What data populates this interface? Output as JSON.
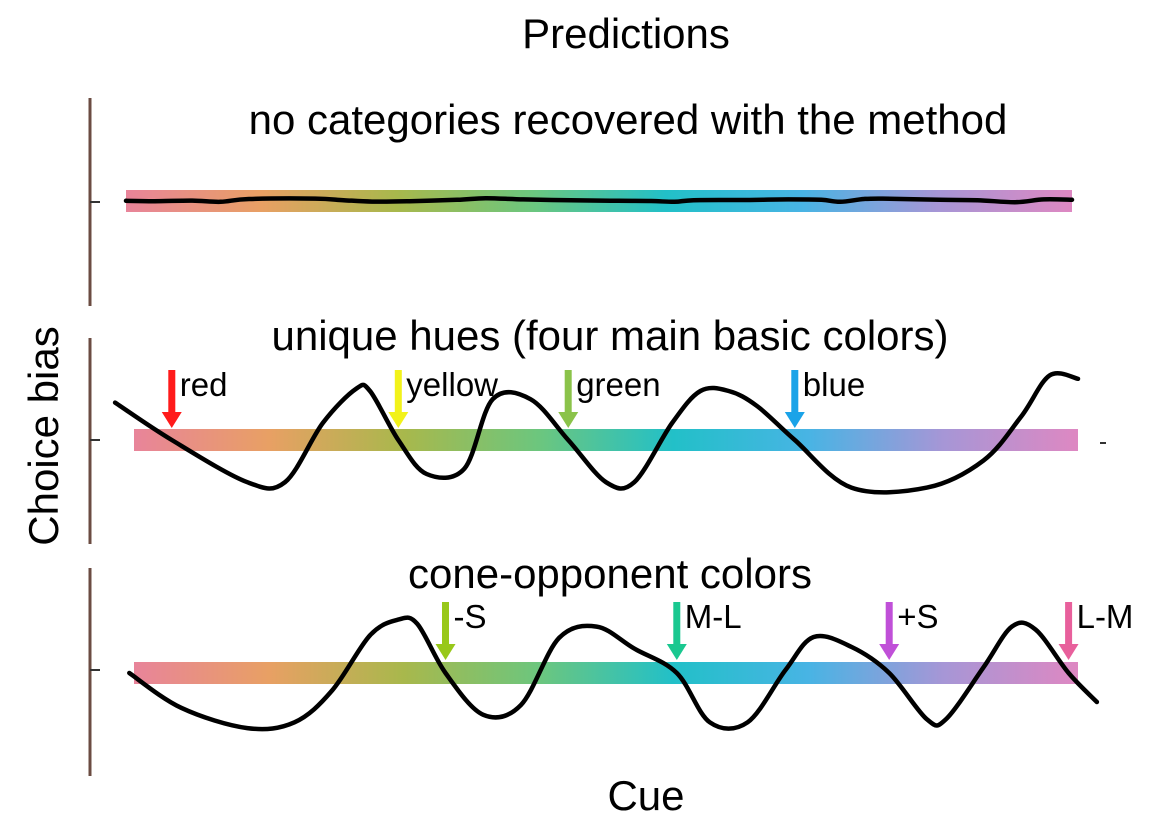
{
  "title": "Predictions",
  "ylabel": "Choice bias",
  "xlabel": "Cue",
  "spectrum_colors": [
    "#e8849a",
    "#e8a064",
    "#a8b84c",
    "#6cc67e",
    "#22c0c8",
    "#48b4e4",
    "#a696d6",
    "#de88c2"
  ],
  "panels": [
    {
      "title": "no categories recovered with the method",
      "markers": [],
      "curve": [
        [
          0,
          0.005
        ],
        [
          0.03,
          -0.005
        ],
        [
          0.07,
          0.01
        ],
        [
          0.1,
          -0.02
        ],
        [
          0.13,
          0.05
        ],
        [
          0.2,
          0.06
        ],
        [
          0.23,
          0.02
        ],
        [
          0.26,
          -0.015
        ],
        [
          0.3,
          -0.005
        ],
        [
          0.35,
          0.03
        ],
        [
          0.38,
          0.07
        ],
        [
          0.42,
          0.04
        ],
        [
          0.48,
          0.015
        ],
        [
          0.52,
          0.005
        ],
        [
          0.555,
          0.0
        ],
        [
          0.58,
          -0.02
        ],
        [
          0.6,
          0.02
        ],
        [
          0.65,
          0.025
        ],
        [
          0.7,
          0.04
        ],
        [
          0.735,
          0.03
        ],
        [
          0.755,
          -0.02
        ],
        [
          0.78,
          0.05
        ],
        [
          0.8,
          0.06
        ],
        [
          0.86,
          0.03
        ],
        [
          0.9,
          0.02
        ],
        [
          0.94,
          -0.03
        ],
        [
          0.97,
          0.04
        ],
        [
          1.0,
          0.03
        ]
      ]
    },
    {
      "title": "unique hues (four main basic colors)",
      "markers": [
        {
          "label": "red",
          "x": 0.04,
          "color": "#ff1a1a"
        },
        {
          "label": "yellow",
          "x": 0.28,
          "color": "#f2f21a"
        },
        {
          "label": "green",
          "x": 0.46,
          "color": "#8bc34a"
        },
        {
          "label": "blue",
          "x": 0.7,
          "color": "#1aa3e8"
        }
      ],
      "curve": [
        [
          -0.02,
          0.55
        ],
        [
          0.04,
          0.0
        ],
        [
          0.12,
          -0.62
        ],
        [
          0.16,
          -0.62
        ],
        [
          0.2,
          0.25
        ],
        [
          0.235,
          0.75
        ],
        [
          0.25,
          0.72
        ],
        [
          0.28,
          0.0
        ],
        [
          0.31,
          -0.5
        ],
        [
          0.35,
          -0.42
        ],
        [
          0.38,
          0.6
        ],
        [
          0.42,
          0.6
        ],
        [
          0.46,
          0.0
        ],
        [
          0.5,
          -0.62
        ],
        [
          0.53,
          -0.62
        ],
        [
          0.57,
          0.25
        ],
        [
          0.6,
          0.72
        ],
        [
          0.63,
          0.72
        ],
        [
          0.66,
          0.5
        ],
        [
          0.7,
          0.0
        ],
        [
          0.76,
          -0.7
        ],
        [
          0.84,
          -0.7
        ],
        [
          0.9,
          -0.3
        ],
        [
          0.94,
          0.35
        ],
        [
          0.97,
          0.95
        ],
        [
          1.0,
          0.9
        ]
      ]
    },
    {
      "title": "cone-opponent colors",
      "markers": [
        {
          "label": "-S",
          "x": 0.33,
          "color": "#98c81a"
        },
        {
          "label": "M-L",
          "x": 0.575,
          "color": "#1ac890"
        },
        {
          "label": "+S",
          "x": 0.8,
          "color": "#c050d8"
        },
        {
          "label": "L-M",
          "x": 0.99,
          "color": "#e8609c"
        }
      ],
      "curve": [
        [
          -0.005,
          0.0
        ],
        [
          0.05,
          -0.6
        ],
        [
          0.12,
          -0.95
        ],
        [
          0.17,
          -0.85
        ],
        [
          0.21,
          -0.3
        ],
        [
          0.25,
          0.65
        ],
        [
          0.28,
          0.92
        ],
        [
          0.3,
          0.85
        ],
        [
          0.33,
          0.0
        ],
        [
          0.37,
          -0.72
        ],
        [
          0.41,
          -0.55
        ],
        [
          0.45,
          0.6
        ],
        [
          0.49,
          0.8
        ],
        [
          0.53,
          0.42
        ],
        [
          0.575,
          0.0
        ],
        [
          0.61,
          -0.85
        ],
        [
          0.65,
          -0.85
        ],
        [
          0.69,
          0.05
        ],
        [
          0.72,
          0.62
        ],
        [
          0.76,
          0.45
        ],
        [
          0.8,
          0.0
        ],
        [
          0.84,
          -0.8
        ],
        [
          0.86,
          -0.8
        ],
        [
          0.9,
          0.1
        ],
        [
          0.93,
          0.8
        ],
        [
          0.955,
          0.75
        ],
        [
          0.99,
          0.0
        ],
        [
          1.02,
          -0.5
        ]
      ]
    }
  ]
}
